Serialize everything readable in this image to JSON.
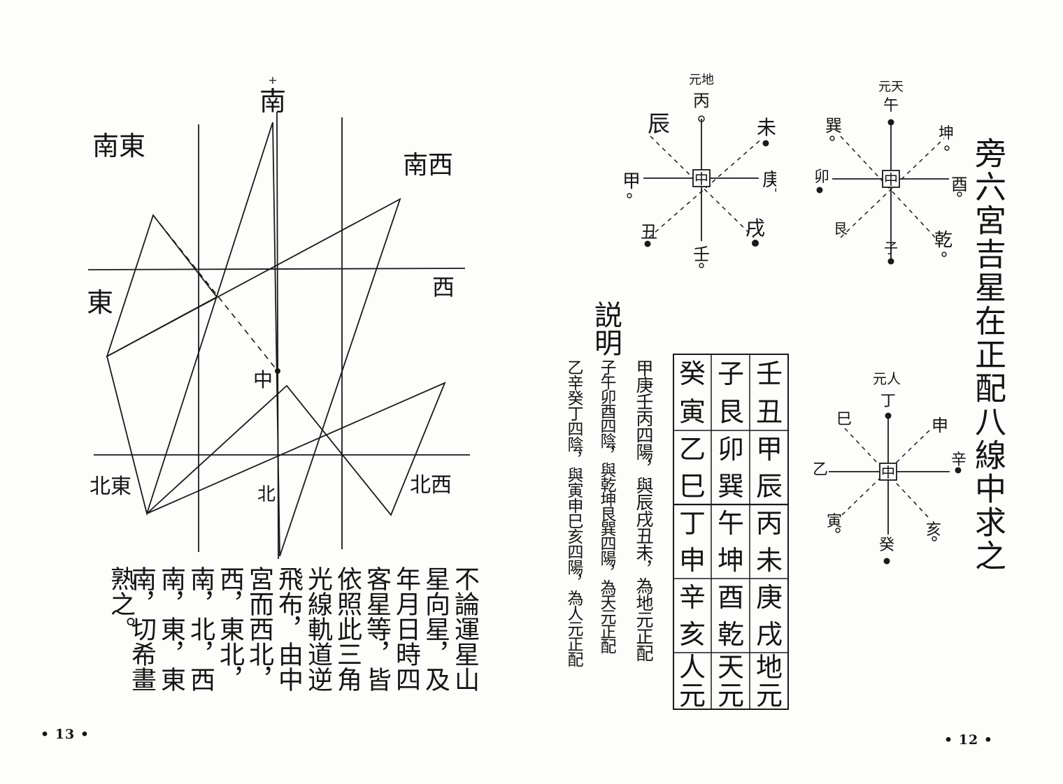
{
  "left_page": {
    "page_number": "• 13 •",
    "diagram": {
      "south": "南",
      "south_marker": "+",
      "southeast": "南東",
      "southwest": "南西",
      "east": "東",
      "west": "西",
      "northeast": "北東",
      "northwest": "北西",
      "north": "北",
      "center": "中"
    },
    "text_columns": [
      "不論運星山",
      "星向星，及",
      "年月日時四",
      "客星等，皆",
      "依照此三角",
      "光線軌道逆",
      "飛布，由中",
      "宮而西北，",
      "西，東北，",
      "南，北，西",
      "南，東，東",
      "南，切希畫",
      "熟之。"
    ]
  },
  "right_page": {
    "page_number": "• 12 •",
    "title": "旁六宮吉星在正配八線中求之",
    "compass_earth": {
      "top_note": "元地",
      "top": "丙",
      "upper_left": "辰",
      "upper_right": "未",
      "left": "甲",
      "right": "庚",
      "lower_left": "丑",
      "lower_right": "戌",
      "bottom": "壬",
      "center": "中"
    },
    "compass_heaven": {
      "top_note": "元天",
      "top": "午",
      "upper_left": "巽",
      "upper_right": "坤",
      "left": "卯",
      "right": "酉",
      "lower_left": "艮",
      "lower_right": "乾",
      "bottom": "子",
      "center": "中"
    },
    "compass_human": {
      "top_note": "元人",
      "top": "丁",
      "upper_left": "巳",
      "upper_right": "申",
      "left": "乙",
      "right": "辛",
      "lower_left": "寅",
      "lower_right": "亥",
      "bottom": "癸",
      "center": "中"
    },
    "table_columns": [
      [
        "壬丑",
        "甲辰",
        "丙未",
        "庚戌",
        "地元"
      ],
      [
        "子艮",
        "卯巽",
        "午坤",
        "酉乾",
        "天元"
      ],
      [
        "癸寅",
        "乙巳",
        "丁申",
        "辛亥",
        "人元"
      ]
    ],
    "explanation": {
      "heading": "説明",
      "lines": [
        "甲庚壬丙四陽，與辰戌丑未，為地元正配",
        "子午卯酉四陰，與乾坤艮巽四陽，為天元正配",
        "乙辛癸丁四陰，與寅申巳亥四陽，為人元正配"
      ]
    }
  }
}
